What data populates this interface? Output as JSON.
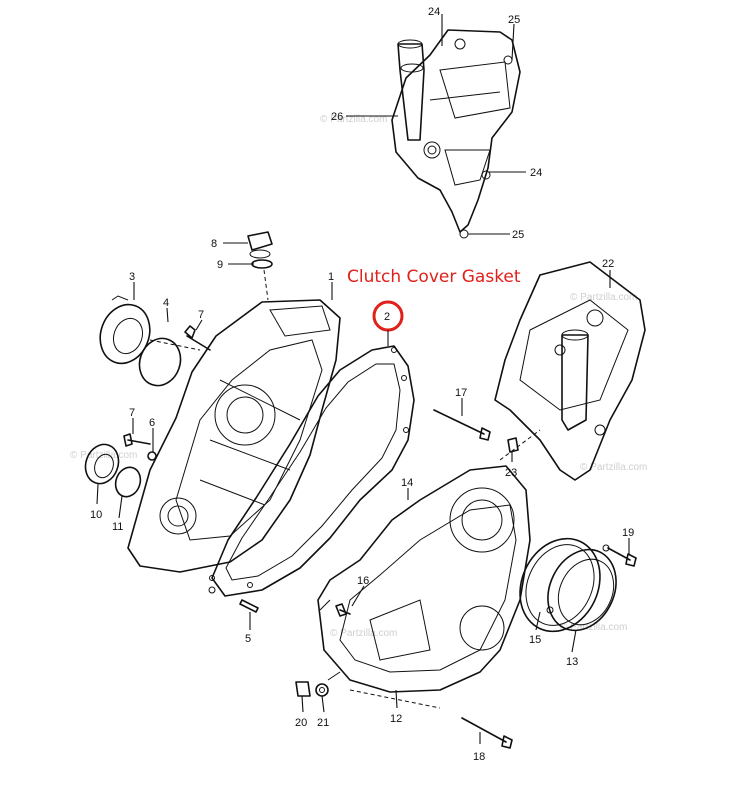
{
  "annotation": {
    "text": "Clutch Cover Gasket",
    "highlight_part": "2",
    "color": "#e0201b"
  },
  "watermark": "© Partzilla.com",
  "parts": [
    {
      "id": "p1",
      "num": "1"
    },
    {
      "id": "p2",
      "num": "2"
    },
    {
      "id": "p3",
      "num": "3"
    },
    {
      "id": "p4",
      "num": "4"
    },
    {
      "id": "p5",
      "num": "5"
    },
    {
      "id": "p6",
      "num": "6"
    },
    {
      "id": "p7a",
      "num": "7"
    },
    {
      "id": "p7b",
      "num": "7"
    },
    {
      "id": "p8",
      "num": "8"
    },
    {
      "id": "p9",
      "num": "9"
    },
    {
      "id": "p10",
      "num": "10"
    },
    {
      "id": "p11",
      "num": "11"
    },
    {
      "id": "p12",
      "num": "12"
    },
    {
      "id": "p13",
      "num": "13"
    },
    {
      "id": "p14",
      "num": "14"
    },
    {
      "id": "p15",
      "num": "15"
    },
    {
      "id": "p16",
      "num": "16"
    },
    {
      "id": "p17",
      "num": "17"
    },
    {
      "id": "p18",
      "num": "18"
    },
    {
      "id": "p19",
      "num": "19"
    },
    {
      "id": "p20",
      "num": "20"
    },
    {
      "id": "p21",
      "num": "21"
    },
    {
      "id": "p22",
      "num": "22"
    },
    {
      "id": "p23",
      "num": "23"
    },
    {
      "id": "p24a",
      "num": "24"
    },
    {
      "id": "p24b",
      "num": "24"
    },
    {
      "id": "p25a",
      "num": "25"
    },
    {
      "id": "p25b",
      "num": "25"
    },
    {
      "id": "p26",
      "num": "26"
    }
  ]
}
